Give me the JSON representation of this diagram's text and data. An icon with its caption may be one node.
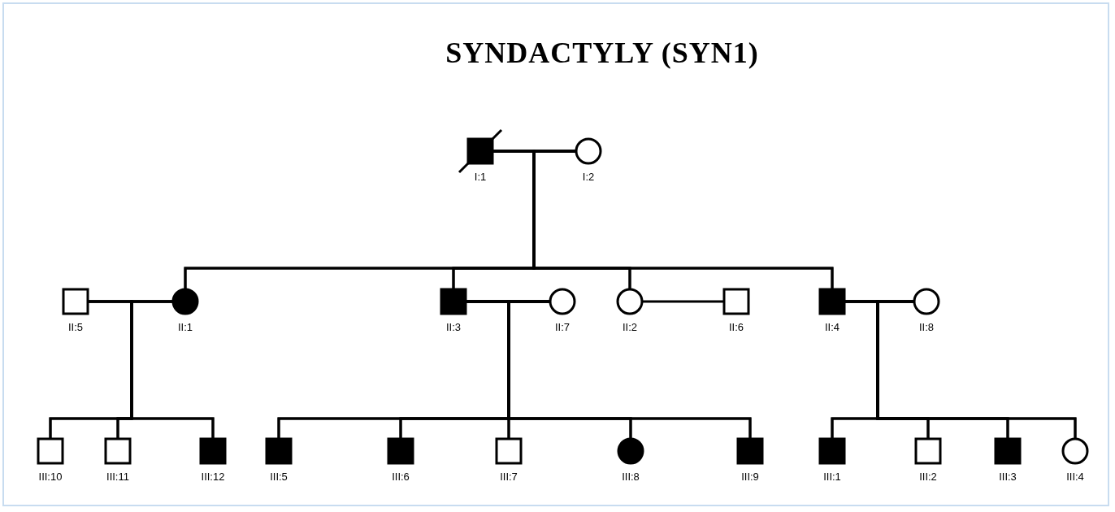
{
  "diagram": {
    "title": "SYNDACTYLY (SYN1)",
    "nodes": [
      {
        "text": [],
        "shape": "box",
        "beside": [
          "I:1"
        ]
      },
      {
        "text": [],
        "shape": "circle",
        "beside": [
          "I:2"
        ]
      },
      {
        "text": [],
        "shape": "box",
        "beside": [
          "II:5"
        ]
      },
      {
        "text": [],
        "shape": "circle",
        "beside": [
          "II:1"
        ]
      },
      {
        "text": [],
        "shape": "box",
        "beside": [
          "II:3"
        ]
      },
      {
        "text": [],
        "shape": "circle",
        "beside": [
          "II:7"
        ]
      },
      {
        "text": [],
        "shape": "circle",
        "beside": [
          "II:2"
        ]
      },
      {
        "text": [],
        "shape": "box",
        "beside": [
          "II:6"
        ]
      },
      {
        "text": [],
        "shape": "box",
        "beside": [
          "II:4"
        ]
      },
      {
        "text": [],
        "shape": "circle",
        "beside": [
          "II:8"
        ]
      },
      {
        "text": [],
        "shape": "box",
        "beside": [
          "III:10"
        ]
      },
      {
        "text": [],
        "shape": "box",
        "beside": [
          "III:11"
        ]
      },
      {
        "text": [],
        "shape": "box",
        "beside": [
          "III:12"
        ]
      },
      {
        "text": [],
        "shape": "box",
        "beside": [
          "III:5"
        ]
      },
      {
        "text": [],
        "shape": "box",
        "beside": [
          "III:6"
        ]
      },
      {
        "text": [],
        "shape": "box",
        "beside": [
          "III:7"
        ]
      },
      {
        "text": [],
        "shape": "circle",
        "beside": [
          "III:8"
        ]
      },
      {
        "text": [],
        "shape": "box",
        "beside": [
          "III:9"
        ]
      },
      {
        "text": [],
        "shape": "box",
        "beside": [
          "III:1"
        ]
      },
      {
        "text": [],
        "shape": "box",
        "beside": [
          "III:2"
        ]
      },
      {
        "text": [],
        "shape": "box",
        "beside": [
          "III:3"
        ]
      },
      {
        "text": [],
        "shape": "circle",
        "beside": [
          "III:4"
        ]
      }
    ],
    "edges": [
      {
        "from": 0,
        "to": 1,
        "arrow": "none"
      },
      {
        "from": 0,
        "to": 3,
        "arrow": "none"
      },
      {
        "from": 1,
        "to": 3,
        "arrow": "none"
      },
      {
        "from": 0,
        "to": 4,
        "arrow": "none"
      },
      {
        "from": 1,
        "to": 4,
        "arrow": "none"
      },
      {
        "from": 0,
        "to": 6,
        "arrow": "none"
      },
      {
        "from": 1,
        "to": 6,
        "arrow": "none"
      },
      {
        "from": 0,
        "to": 8,
        "arrow": "none"
      },
      {
        "from": 1,
        "to": 8,
        "arrow": "none"
      },
      {
        "from": 2,
        "to": 3,
        "arrow": "none"
      },
      {
        "from": 4,
        "to": 5,
        "arrow": "none"
      },
      {
        "from": 6,
        "to": 7,
        "arrow": "none"
      },
      {
        "from": 8,
        "to": 9,
        "arrow": "none"
      },
      {
        "from": 2,
        "to": 10,
        "arrow": "none"
      },
      {
        "from": 3,
        "to": 10,
        "arrow": "none"
      },
      {
        "from": 2,
        "to": 11,
        "arrow": "none"
      },
      {
        "from": 3,
        "to": 11,
        "arrow": "none"
      },
      {
        "from": 2,
        "to": 12,
        "arrow": "none"
      },
      {
        "from": 3,
        "to": 12,
        "arrow": "none"
      },
      {
        "from": 4,
        "to": 13,
        "arrow": "none"
      },
      {
        "from": 5,
        "to": 13,
        "arrow": "none"
      },
      {
        "from": 4,
        "to": 14,
        "arrow": "none"
      },
      {
        "from": 5,
        "to": 14,
        "arrow": "none"
      },
      {
        "from": 4,
        "to": 15,
        "arrow": "none"
      },
      {
        "from": 5,
        "to": 15,
        "arrow": "none"
      },
      {
        "from": 4,
        "to": 16,
        "arrow": "none"
      },
      {
        "from": 5,
        "to": 16,
        "arrow": "none"
      },
      {
        "from": 4,
        "to": 17,
        "arrow": "none"
      },
      {
        "from": 5,
        "to": 17,
        "arrow": "none"
      },
      {
        "from": 8,
        "to": 18,
        "arrow": "none"
      },
      {
        "from": 9,
        "to": 18,
        "arrow": "none"
      },
      {
        "from": 8,
        "to": 19,
        "arrow": "none"
      },
      {
        "from": 9,
        "to": 19,
        "arrow": "none"
      },
      {
        "from": 8,
        "to": 20,
        "arrow": "none"
      },
      {
        "from": 9,
        "to": 20,
        "arrow": "none"
      },
      {
        "from": 8,
        "to": 21,
        "arrow": "none"
      },
      {
        "from": 9,
        "to": 21,
        "arrow": "none"
      }
    ]
  }
}
